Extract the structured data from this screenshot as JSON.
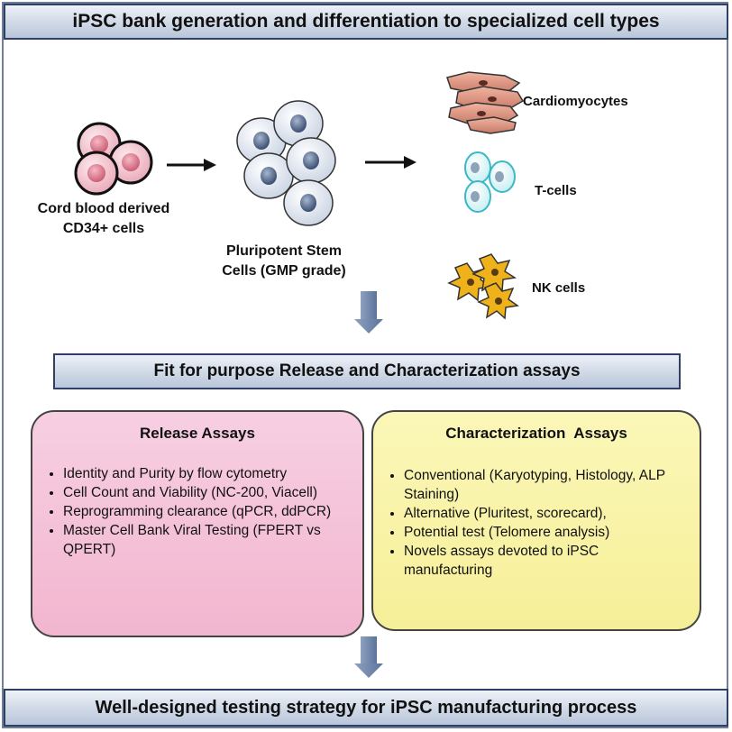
{
  "header": {
    "title": "iPSC bank generation and differentiation to specialized cell types"
  },
  "flow": {
    "source_label": "Cord blood derived CD34+ cells",
    "psc_label": "Pluripotent Stem Cells (GMP grade)",
    "targets": [
      "Cardiomyocytes",
      "T-cells",
      "NK cells"
    ]
  },
  "middle_banner": {
    "title": "Fit for purpose Release and Characterization assays"
  },
  "release": {
    "title": "Release Assays",
    "items": [
      "Identity and Purity by flow cytometry",
      "Cell Count and Viability (NC-200, Viacell)",
      "Reprogramming clearance (qPCR, ddPCR)",
      "Master Cell Bank Viral Testing (FPERT vs QPERT)"
    ]
  },
  "characterization": {
    "title": "Characterization  Assays",
    "items": [
      "Conventional (Karyotyping, Histology, ALP Staining)",
      "Alternative (Pluritest, scorecard),",
      "Potential test (Telomere analysis)",
      "Novels assays devoted to iPSC manufacturing"
    ]
  },
  "footer": {
    "title": "Well-designed testing strategy for iPSC manufacturing process"
  },
  "colors": {
    "banner_border": "#2f3f66",
    "release_bg": "#f2b6cf",
    "characterization_bg": "#f6ef98",
    "down_arrow": "#6f86a9"
  },
  "icons": [
    "cord-blood-cells-icon",
    "stem-cells-icon",
    "cardiomyocytes-icon",
    "t-cells-icon",
    "nk-cells-icon",
    "right-arrow-icon",
    "down-arrow-icon"
  ]
}
